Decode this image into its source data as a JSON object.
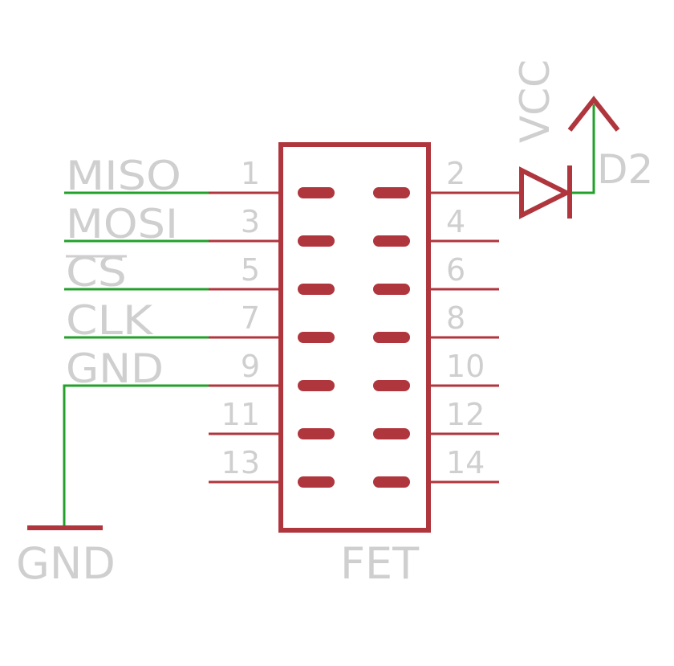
{
  "colors": {
    "background": "#ffffff",
    "part": "#b0363e",
    "net": "#23a02b",
    "label": "#cfcfcf"
  },
  "connector": {
    "name": "FET",
    "left_pins": [
      "1",
      "3",
      "5",
      "7",
      "9",
      "11",
      "13"
    ],
    "right_pins": [
      "2",
      "4",
      "6",
      "8",
      "10",
      "12",
      "14"
    ]
  },
  "nets": [
    "MISO",
    "MOSI",
    "CS",
    "CLK",
    "GND"
  ],
  "ground_symbol": {
    "label": "GND"
  },
  "diode": {
    "label": "D2"
  },
  "supply": {
    "label": "VCC"
  }
}
